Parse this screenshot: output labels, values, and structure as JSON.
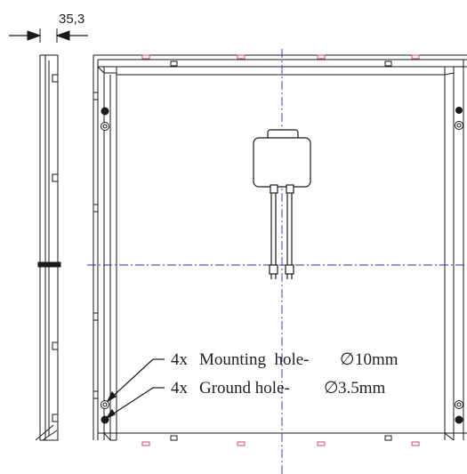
{
  "drawing": {
    "dimension": {
      "value": "35,3"
    },
    "callouts": [
      {
        "count": "4x",
        "label": "Mounting  hole-",
        "diameter_symbol": "∅",
        "size": "10mm"
      },
      {
        "count": "4x",
        "label": "Ground hole-",
        "diameter_symbol": "∅",
        "size": "3.5mm"
      }
    ],
    "colors": {
      "line": "#1a1a1a",
      "centerline": "#2b2bb0",
      "marker": "#d24a6a",
      "background": "#ffffff"
    }
  }
}
